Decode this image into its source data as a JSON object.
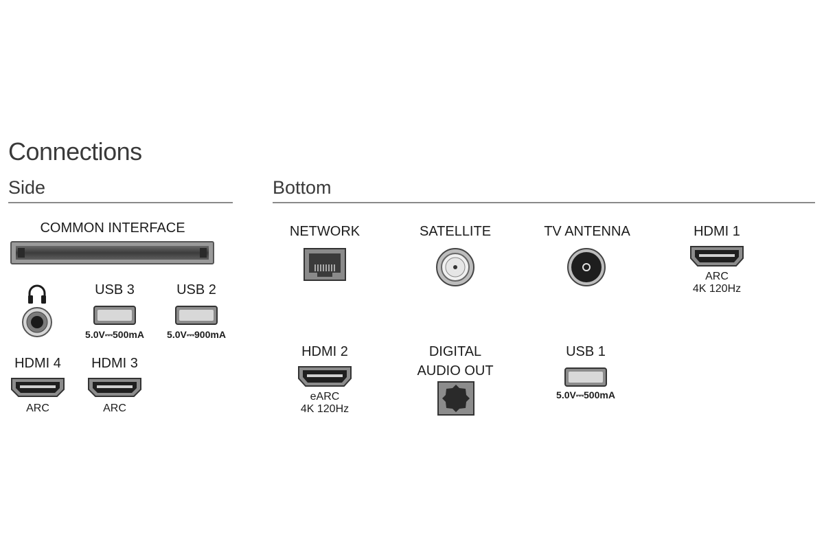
{
  "title": "Connections",
  "side": {
    "heading": "Side",
    "common_interface": "COMMON INTERFACE",
    "usb3": {
      "label": "USB 3",
      "spec": "5.0V⎓500mA"
    },
    "usb2": {
      "label": "USB 2",
      "spec": "5.0V⎓900mA"
    },
    "hdmi4": {
      "label": "HDMI 4",
      "sub": "ARC"
    },
    "hdmi3": {
      "label": "HDMI 3",
      "sub": "ARC"
    }
  },
  "bottom": {
    "heading": "Bottom",
    "network": "NETWORK",
    "satellite": "SATELLITE",
    "tv_antenna": "TV ANTENNA",
    "hdmi1": {
      "label": "HDMI 1",
      "sub1": "ARC",
      "sub2": "4K 120Hz"
    },
    "hdmi2": {
      "label": "HDMI 2",
      "sub1": "eARC",
      "sub2": "4K 120Hz"
    },
    "digital_audio": {
      "line1": "DIGITAL",
      "line2": "AUDIO OUT"
    },
    "usb1": {
      "label": "USB 1",
      "spec": "5.0V⎓500mA"
    }
  },
  "icons": {
    "headphone": "headphone-icon",
    "ci_slot": "common-interface-slot-icon",
    "usb": "usb-port-icon",
    "hdmi": "hdmi-port-icon",
    "ethernet": "ethernet-port-icon",
    "coax": "coax-port-icon",
    "optical": "optical-port-icon",
    "jack": "audio-jack-icon"
  }
}
